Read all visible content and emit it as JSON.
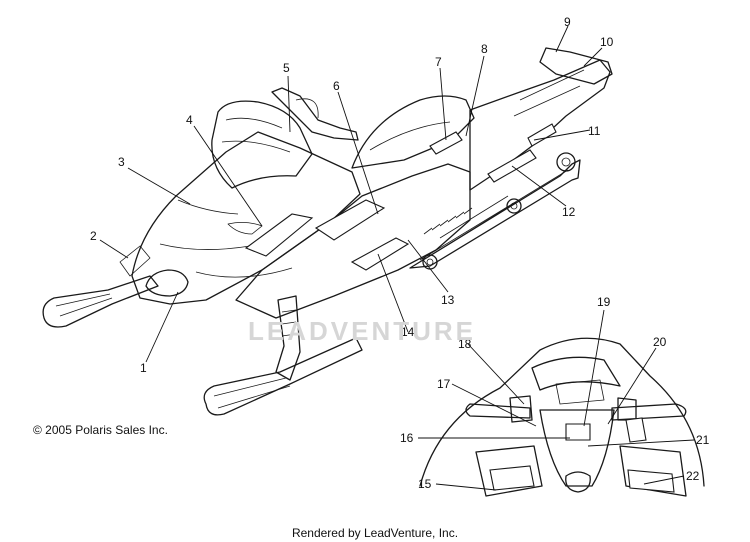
{
  "copyright": "© 2005 Polaris Sales Inc.",
  "watermark": "LEADVENTURE",
  "footer": "Rendered by LeadVenture, Inc.",
  "callouts": [
    "1",
    "2",
    "3",
    "4",
    "5",
    "6",
    "7",
    "8",
    "9",
    "10",
    "11",
    "12",
    "13",
    "14",
    "15",
    "16",
    "17",
    "18",
    "19",
    "20",
    "21",
    "22"
  ],
  "colors": {
    "ink": "#1a1a1a",
    "watermark": "#d6d6d6",
    "background": "#ffffff"
  }
}
